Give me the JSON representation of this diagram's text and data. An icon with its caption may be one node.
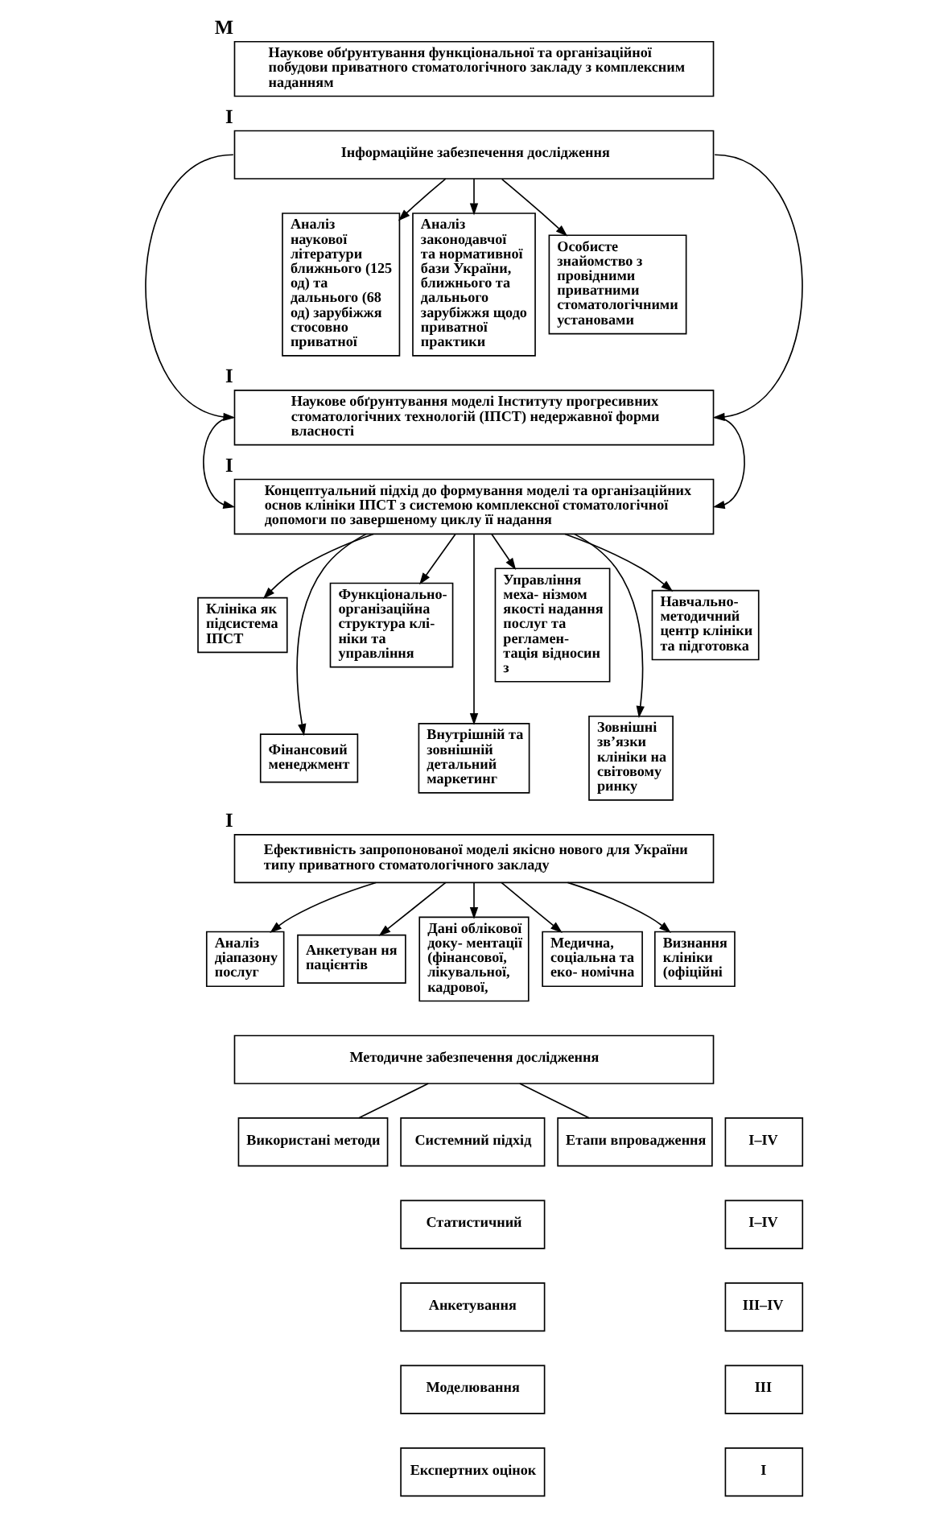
{
  "diagram": {
    "nodes": [
      {
        "text": [
          "Наукове обґрунтування функціональної та організаційної побудови приватного стоматологічного закладу з комплексним наданням"
        ],
        "beside": [
          "М"
        ]
      },
      {
        "text": [
          "Інформаційне забезпечення дослідження"
        ],
        "beside": [
          "І"
        ]
      },
      {
        "text": [
          "Аналіз наукової літератури ближнього (125 од) та дальнього (68 од) зарубіжжя стосовно приватної"
        ]
      },
      {
        "text": [
          "Аналіз законодавчої та нормативної бази України, ближнього та дальнього зарубіжжя щодо приватної практики"
        ]
      },
      {
        "text": [
          "Особисте знайомство з провідними приватними стоматологічними установами"
        ]
      },
      {
        "text": [
          "Наукове обґрунтування моделі Інституту прогресивних стоматологічних технологій (ІПСТ) недержавної форми власності"
        ],
        "beside": [
          "І"
        ]
      },
      {
        "text": [
          "Концептуальний підхід до формування моделі та організаційних основ клініки ІПСТ з системою комплексної стоматологічної допомоги по завершеному циклу її надання"
        ],
        "beside": [
          "І"
        ]
      },
      {
        "text": [
          "Клініка як підсистема ІПСТ"
        ]
      },
      {
        "text": [
          "Функціонально- організаційна структура клі- ніки та управління"
        ]
      },
      {
        "text": [
          "Управління меха- нізмом якості надання послуг та регламен- тація відносин з"
        ]
      },
      {
        "text": [
          "Навчально- методичний центр клініки та підготовка"
        ]
      },
      {
        "text": [
          "Фінансовий менеджмент"
        ]
      },
      {
        "text": [
          "Внутрішній та зовнішній детальний маркетинг"
        ]
      },
      {
        "text": [
          "Зовнішні зв’язки клініки на світовому ринку"
        ]
      },
      {
        "text": [
          "Ефективність запропонованої моделі якісно нового для України типу приватного стоматологічного закладу"
        ],
        "beside": [
          "І"
        ]
      },
      {
        "text": [
          "Аналіз діапазону послуг"
        ]
      },
      {
        "text": [
          "Анкетуван ня пацієнтів"
        ]
      },
      {
        "text": [
          "Дані облікової доку- ментації (фінансової, лікувальної, кадрової,"
        ]
      },
      {
        "text": [
          "Медична, соціальна та еко- номічна"
        ]
      },
      {
        "text": [
          "Визнання клініки (офіційні"
        ]
      },
      {
        "text": [
          "Методичне забезпечення дослідження"
        ]
      },
      {
        "text": [
          "Використані методи"
        ]
      },
      {
        "text": [
          "Системний підхід"
        ]
      },
      {
        "text": [
          "Статистичний"
        ]
      },
      {
        "text": [
          "Анкетування"
        ]
      },
      {
        "text": [
          "Моделювання"
        ]
      },
      {
        "text": [
          "Експертних оцінок"
        ]
      },
      {
        "text": [
          "Етапи впровадження"
        ]
      },
      {
        "text": [
          "I–IV"
        ]
      },
      {
        "text": [
          "I–IV"
        ]
      },
      {
        "text": [
          "III–IV"
        ]
      },
      {
        "text": [
          "III"
        ]
      },
      {
        "text": [
          "I"
        ]
      }
    ],
    "edges": [
      {
        "from": 1,
        "to": 5,
        "arrow": "to"
      },
      {
        "from": 1,
        "to": 2,
        "arrow": "to"
      },
      {
        "from": 1,
        "to": 3,
        "arrow": "to"
      },
      {
        "from": 1,
        "to": 4,
        "arrow": "to"
      },
      {
        "from": 1,
        "to": 5,
        "arrow": "to"
      },
      {
        "from": 5,
        "to": 6,
        "arrow": "to"
      },
      {
        "from": 5,
        "to": 6,
        "arrow": "to"
      },
      {
        "from": 6,
        "to": 7,
        "arrow": "to"
      },
      {
        "from": 6,
        "to": 11,
        "arrow": "to"
      },
      {
        "from": 6,
        "to": 8,
        "arrow": "to"
      },
      {
        "from": 6,
        "to": 12,
        "arrow": "to"
      },
      {
        "from": 6,
        "to": 9,
        "arrow": "to"
      },
      {
        "from": 6,
        "to": 13,
        "arrow": "to"
      },
      {
        "from": 6,
        "to": 10,
        "arrow": "to"
      },
      {
        "from": 14,
        "to": 15,
        "arrow": "to"
      },
      {
        "from": 14,
        "to": 16,
        "arrow": "to"
      },
      {
        "from": 14,
        "to": 17,
        "arrow": "to"
      },
      {
        "from": 14,
        "to": 18,
        "arrow": "to"
      },
      {
        "from": 14,
        "to": 19,
        "arrow": "to"
      },
      {
        "from": 20,
        "to": 21,
        "arrow": "none"
      },
      {
        "from": 20,
        "to": 27,
        "arrow": "none"
      }
    ]
  }
}
